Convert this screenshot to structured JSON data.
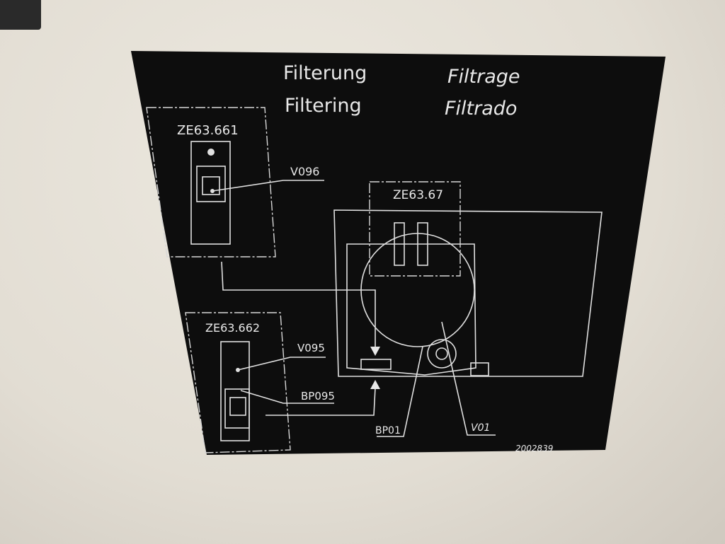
{
  "title": {
    "de": "Filterung",
    "en": "Filtering",
    "fr": "Filtrage",
    "es": "Filtrado"
  },
  "modules": {
    "top_left": "ZE63.661",
    "bottom_left": "ZE63.662",
    "main": "ZE63.67"
  },
  "callouts": {
    "v096": "V096",
    "v095": "V095",
    "bp095": "BP095",
    "bp01": "BP01",
    "v01": "V01"
  },
  "part_number": "2002839",
  "colors": {
    "plate": "#0d0d0d",
    "wall": "#e6e1d8",
    "lines": "#e0e0e0"
  }
}
